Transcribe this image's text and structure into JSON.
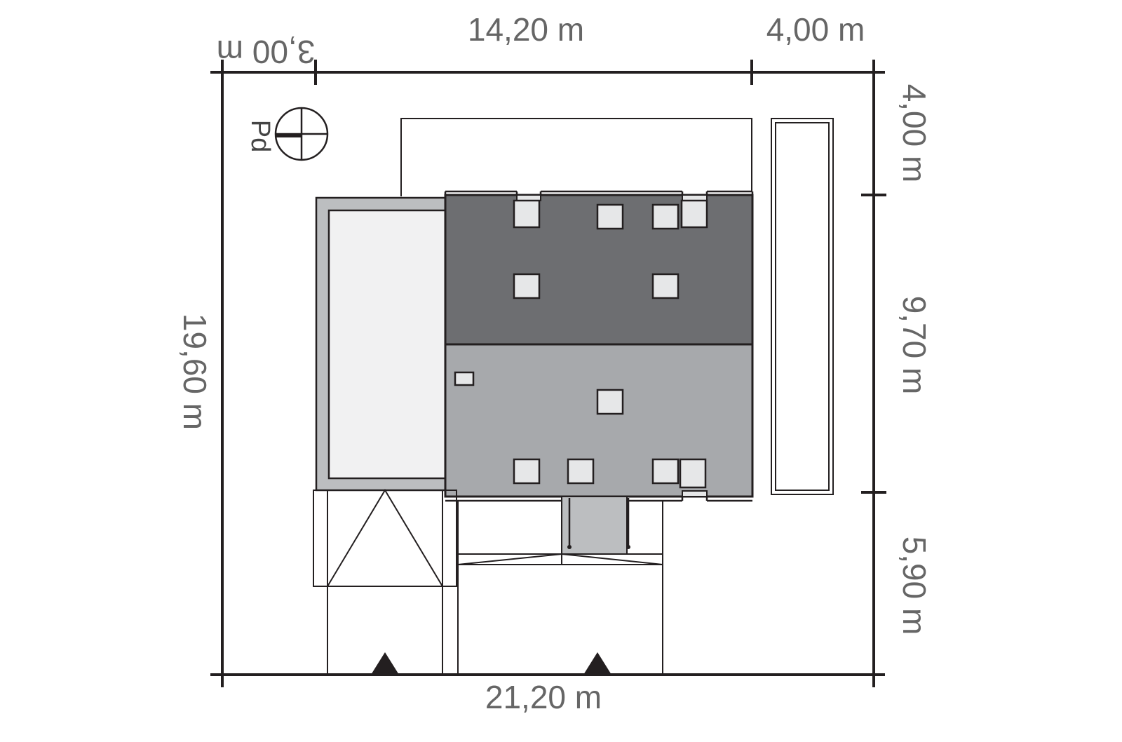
{
  "dimensions": {
    "top_left": "3,00 m",
    "top_middle": "14,20 m",
    "top_right": "4,00 m",
    "bottom": "21,20 m",
    "left": "19,60 m",
    "right_top": "4,00 m",
    "right_middle": "9,70 m",
    "right_bottom": "5,90 m"
  },
  "north": {
    "label": "Pd",
    "icon": "compass-icon"
  },
  "entrances": {
    "icon": "entrance-triangle-icon",
    "count": 2
  },
  "colors": {
    "roof_dark": "#6d6e71",
    "roof_light": "#a7a9ac",
    "garage_frame": "#bcbec0",
    "garage_inner": "#f1f1f2",
    "window": "#e6e7e8",
    "lines": "#231f20",
    "labels": "#666666"
  }
}
